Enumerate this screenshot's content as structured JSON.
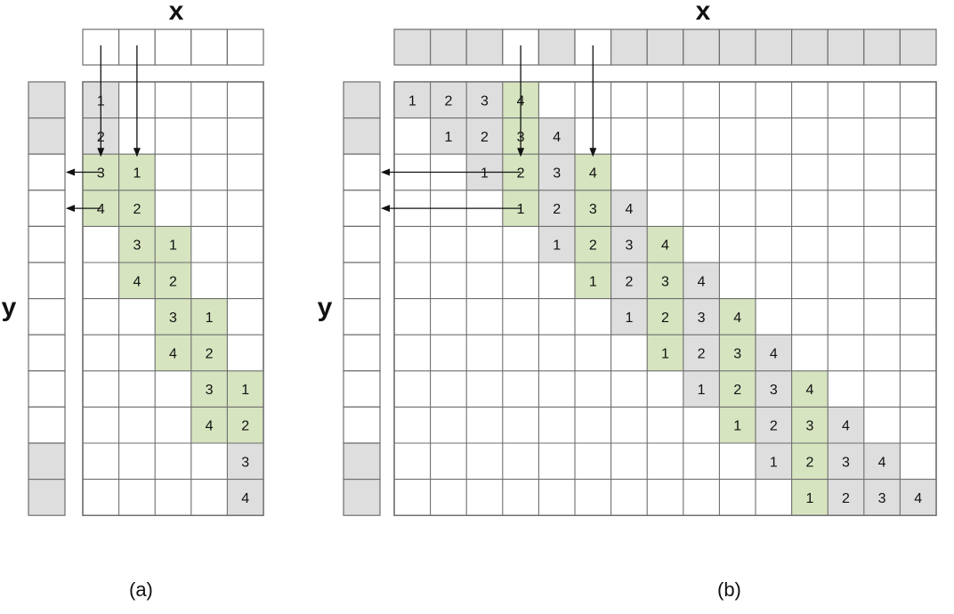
{
  "panels": [
    {
      "id": "a",
      "caption": "(a)",
      "x_label": "x",
      "y_label": "y",
      "x_vector": {
        "count": 5,
        "shaded": []
      },
      "y_vector": {
        "count": 12,
        "shaded": [
          0,
          1,
          10,
          11
        ]
      },
      "matrix": {
        "cols": 5,
        "rows": 12,
        "cells": [
          {
            "r": 0,
            "c": 0,
            "v": "1",
            "fill": "gray"
          },
          {
            "r": 1,
            "c": 0,
            "v": "2",
            "fill": "gray"
          },
          {
            "r": 2,
            "c": 0,
            "v": "3",
            "fill": "green"
          },
          {
            "r": 2,
            "c": 1,
            "v": "1",
            "fill": "green"
          },
          {
            "r": 3,
            "c": 0,
            "v": "4",
            "fill": "green"
          },
          {
            "r": 3,
            "c": 1,
            "v": "2",
            "fill": "green"
          },
          {
            "r": 4,
            "c": 1,
            "v": "3",
            "fill": "green"
          },
          {
            "r": 4,
            "c": 2,
            "v": "1",
            "fill": "green"
          },
          {
            "r": 5,
            "c": 1,
            "v": "4",
            "fill": "green"
          },
          {
            "r": 5,
            "c": 2,
            "v": "2",
            "fill": "green"
          },
          {
            "r": 6,
            "c": 2,
            "v": "3",
            "fill": "green"
          },
          {
            "r": 6,
            "c": 3,
            "v": "1",
            "fill": "green"
          },
          {
            "r": 7,
            "c": 2,
            "v": "4",
            "fill": "green"
          },
          {
            "r": 7,
            "c": 3,
            "v": "2",
            "fill": "green"
          },
          {
            "r": 8,
            "c": 3,
            "v": "3",
            "fill": "green"
          },
          {
            "r": 8,
            "c": 4,
            "v": "1",
            "fill": "green"
          },
          {
            "r": 9,
            "c": 3,
            "v": "4",
            "fill": "green"
          },
          {
            "r": 9,
            "c": 4,
            "v": "2",
            "fill": "green"
          },
          {
            "r": 10,
            "c": 4,
            "v": "3",
            "fill": "gray"
          },
          {
            "r": 11,
            "c": 4,
            "v": "4",
            "fill": "gray"
          }
        ]
      },
      "arrows": [
        {
          "from_x_col": 0,
          "to_cell": [
            2,
            0
          ]
        },
        {
          "from_x_col": 1,
          "to_cell": [
            2,
            1
          ]
        },
        {
          "from_cell": [
            2,
            0
          ],
          "to_y_row": 2
        },
        {
          "from_cell": [
            3,
            0
          ],
          "to_y_row": 3
        }
      ]
    },
    {
      "id": "b",
      "caption": "(b)",
      "x_label": "x",
      "y_label": "y",
      "x_vector": {
        "count": 15,
        "shaded": [
          0,
          1,
          2,
          4,
          6,
          7,
          8,
          9,
          10,
          11,
          12,
          13,
          14
        ]
      },
      "y_vector": {
        "count": 12,
        "shaded": [
          0,
          1,
          10,
          11
        ]
      },
      "matrix": {
        "cols": 15,
        "rows": 12,
        "cells": [
          {
            "r": 0,
            "c": 0,
            "v": "1",
            "fill": "gray"
          },
          {
            "r": 0,
            "c": 1,
            "v": "2",
            "fill": "gray"
          },
          {
            "r": 0,
            "c": 2,
            "v": "3",
            "fill": "gray"
          },
          {
            "r": 0,
            "c": 3,
            "v": "4",
            "fill": "green"
          },
          {
            "r": 1,
            "c": 1,
            "v": "1",
            "fill": "gray"
          },
          {
            "r": 1,
            "c": 2,
            "v": "2",
            "fill": "gray"
          },
          {
            "r": 1,
            "c": 3,
            "v": "3",
            "fill": "green"
          },
          {
            "r": 1,
            "c": 4,
            "v": "4",
            "fill": "gray"
          },
          {
            "r": 2,
            "c": 2,
            "v": "1",
            "fill": "gray"
          },
          {
            "r": 2,
            "c": 3,
            "v": "2",
            "fill": "green"
          },
          {
            "r": 2,
            "c": 4,
            "v": "3",
            "fill": "gray"
          },
          {
            "r": 2,
            "c": 5,
            "v": "4",
            "fill": "green"
          },
          {
            "r": 3,
            "c": 3,
            "v": "1",
            "fill": "green"
          },
          {
            "r": 3,
            "c": 4,
            "v": "2",
            "fill": "gray"
          },
          {
            "r": 3,
            "c": 5,
            "v": "3",
            "fill": "green"
          },
          {
            "r": 3,
            "c": 6,
            "v": "4",
            "fill": "gray"
          },
          {
            "r": 4,
            "c": 4,
            "v": "1",
            "fill": "gray"
          },
          {
            "r": 4,
            "c": 5,
            "v": "2",
            "fill": "green"
          },
          {
            "r": 4,
            "c": 6,
            "v": "3",
            "fill": "gray"
          },
          {
            "r": 4,
            "c": 7,
            "v": "4",
            "fill": "green"
          },
          {
            "r": 5,
            "c": 5,
            "v": "1",
            "fill": "green"
          },
          {
            "r": 5,
            "c": 6,
            "v": "2",
            "fill": "gray"
          },
          {
            "r": 5,
            "c": 7,
            "v": "3",
            "fill": "green"
          },
          {
            "r": 5,
            "c": 8,
            "v": "4",
            "fill": "gray"
          },
          {
            "r": 6,
            "c": 6,
            "v": "1",
            "fill": "gray"
          },
          {
            "r": 6,
            "c": 7,
            "v": "2",
            "fill": "green"
          },
          {
            "r": 6,
            "c": 8,
            "v": "3",
            "fill": "gray"
          },
          {
            "r": 6,
            "c": 9,
            "v": "4",
            "fill": "green"
          },
          {
            "r": 7,
            "c": 7,
            "v": "1",
            "fill": "green"
          },
          {
            "r": 7,
            "c": 8,
            "v": "2",
            "fill": "gray"
          },
          {
            "r": 7,
            "c": 9,
            "v": "3",
            "fill": "green"
          },
          {
            "r": 7,
            "c": 10,
            "v": "4",
            "fill": "gray"
          },
          {
            "r": 8,
            "c": 8,
            "v": "1",
            "fill": "gray"
          },
          {
            "r": 8,
            "c": 9,
            "v": "2",
            "fill": "green"
          },
          {
            "r": 8,
            "c": 10,
            "v": "3",
            "fill": "gray"
          },
          {
            "r": 8,
            "c": 11,
            "v": "4",
            "fill": "green"
          },
          {
            "r": 9,
            "c": 9,
            "v": "1",
            "fill": "green"
          },
          {
            "r": 9,
            "c": 10,
            "v": "2",
            "fill": "gray"
          },
          {
            "r": 9,
            "c": 11,
            "v": "3",
            "fill": "green"
          },
          {
            "r": 9,
            "c": 12,
            "v": "4",
            "fill": "gray"
          },
          {
            "r": 10,
            "c": 10,
            "v": "1",
            "fill": "gray"
          },
          {
            "r": 10,
            "c": 11,
            "v": "2",
            "fill": "green"
          },
          {
            "r": 10,
            "c": 12,
            "v": "3",
            "fill": "gray"
          },
          {
            "r": 10,
            "c": 13,
            "v": "4",
            "fill": "gray"
          },
          {
            "r": 11,
            "c": 11,
            "v": "1",
            "fill": "green"
          },
          {
            "r": 11,
            "c": 12,
            "v": "2",
            "fill": "gray"
          },
          {
            "r": 11,
            "c": 13,
            "v": "3",
            "fill": "gray"
          },
          {
            "r": 11,
            "c": 14,
            "v": "4",
            "fill": "gray"
          }
        ]
      },
      "arrows": [
        {
          "from_x_col": 3,
          "to_cell": [
            2,
            3
          ]
        },
        {
          "from_x_col": 5,
          "to_cell": [
            2,
            5
          ]
        },
        {
          "from_cell": [
            2,
            3
          ],
          "to_y_row": 2
        },
        {
          "from_cell": [
            3,
            3
          ],
          "to_y_row": 3
        }
      ]
    }
  ],
  "colors": {
    "green": "#d6e4bf",
    "gray": "#dedede",
    "white": "#ffffff",
    "stroke": "#6e6e6e",
    "text": "#111111"
  }
}
